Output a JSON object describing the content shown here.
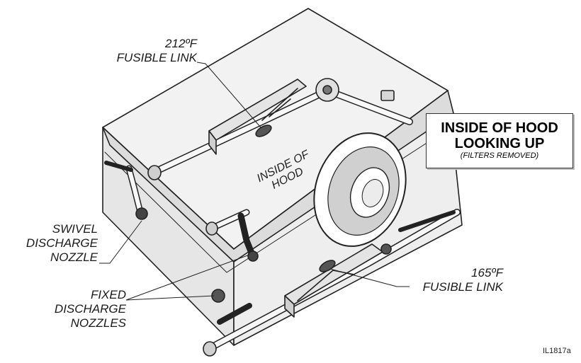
{
  "title": {
    "line1": "INSIDE OF HOOD",
    "line2": "LOOKING UP",
    "subtitle": "(FILTERS REMOVED)"
  },
  "labels": {
    "link_212": {
      "line1": "212ºF",
      "line2": "FUSIBLE LINK"
    },
    "link_165": {
      "line1": "165ºF",
      "line2": "FUSIBLE LINK"
    },
    "swivel_nozzle": {
      "line1": "SWIVEL",
      "line2": "DISCHARGE",
      "line3": "NOZZLE"
    },
    "fixed_nozzles": {
      "line1": "FIXED",
      "line2": "DISCHARGE",
      "line3": "NOZZLES"
    },
    "inside_hood": {
      "line1": "INSIDE OF",
      "line2": "HOOD"
    }
  },
  "figure_code": "IL1817a"
}
